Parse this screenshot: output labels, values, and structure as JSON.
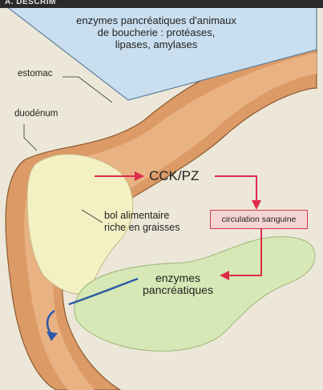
{
  "header": {
    "partial_title": "A. DESCRIM"
  },
  "funnel": {
    "line1": "enzymes pancréatiques d'animaux",
    "line2": "de boucherie : protéases,",
    "line3": "lipases, amylases"
  },
  "labels": {
    "estomac": "estomac",
    "duodenum": "duodénum",
    "cck": "CCK/PZ",
    "circulation": "circulation sanguine",
    "bol_line1": "bol alimentaire",
    "bol_line2": "riche en graisses",
    "enzymes_line1": "enzymes",
    "enzymes_line2": "pancréatiques"
  },
  "colors": {
    "funnel_fill": "#c9dff0",
    "gut_fill": "#dc9a66",
    "bolus_fill": "#f3f0c4",
    "pancreas_fill": "#d6e8b5",
    "arrow_red": "#dd2b4b",
    "duct_blue": "#2a5aa8"
  }
}
